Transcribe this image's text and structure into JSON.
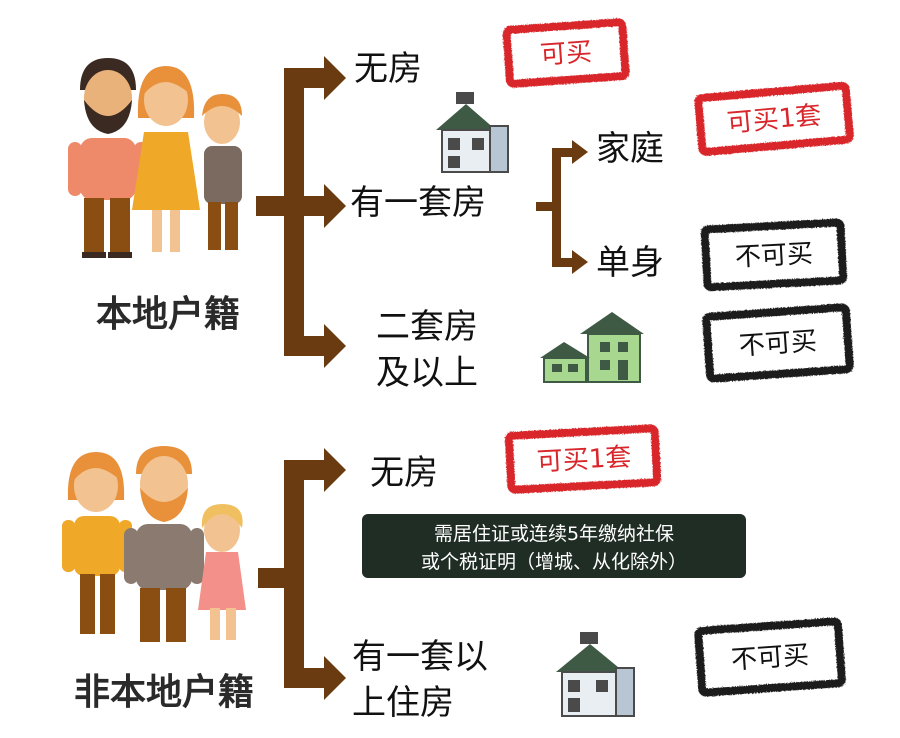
{
  "colors": {
    "connector": "#6a3b10",
    "stamp_red": "#d8262b",
    "stamp_black": "#1a1a1a",
    "note_bg": "#1f2d24",
    "note_text": "#ffffff",
    "house_roof_dark": "#3f5a44",
    "house_roof_green": "#5a9a4a"
  },
  "local": {
    "group_label": "本地户籍",
    "no_house": {
      "label": "无房",
      "stamp": "可买"
    },
    "one_house": {
      "label": "有一套房",
      "family": {
        "label": "家庭",
        "stamp": "可买1套"
      },
      "single": {
        "label": "单身",
        "stamp": "不可买"
      }
    },
    "two_plus": {
      "label_line1": "二套房",
      "label_line2": "及以上",
      "stamp": "不可买"
    }
  },
  "nonlocal": {
    "group_label": "非本地户籍",
    "no_house": {
      "label": "无房",
      "stamp": "可买1套",
      "note_line1": "需居住证或连续5年缴纳社保",
      "note_line2": "或个税证明（增城、从化除外）"
    },
    "one_plus": {
      "label_line1": "有一套以",
      "label_line2": "上住房",
      "stamp": "不可买"
    }
  }
}
